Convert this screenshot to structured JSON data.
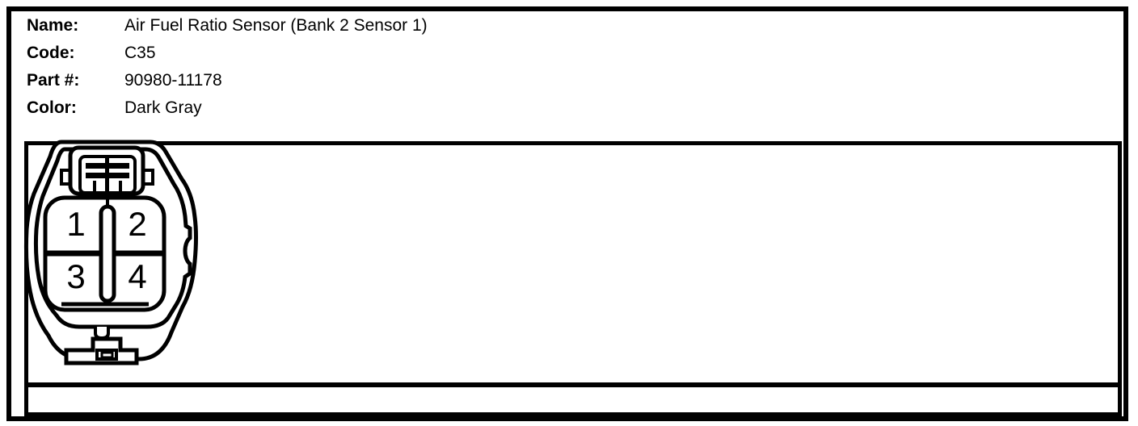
{
  "header": {
    "fields": [
      {
        "label": "Name:",
        "value": "Air Fuel Ratio Sensor (Bank 2 Sensor 1)"
      },
      {
        "label": "Code:",
        "value": "C35"
      },
      {
        "label": "Part #:",
        "value": "90980-11178"
      },
      {
        "label": "Color:",
        "value": "Dark Gray"
      }
    ]
  },
  "connector": {
    "pin_numbers": [
      "1",
      "2",
      "3",
      "4"
    ]
  },
  "colors": {
    "line": "#000000",
    "background": "#ffffff"
  }
}
